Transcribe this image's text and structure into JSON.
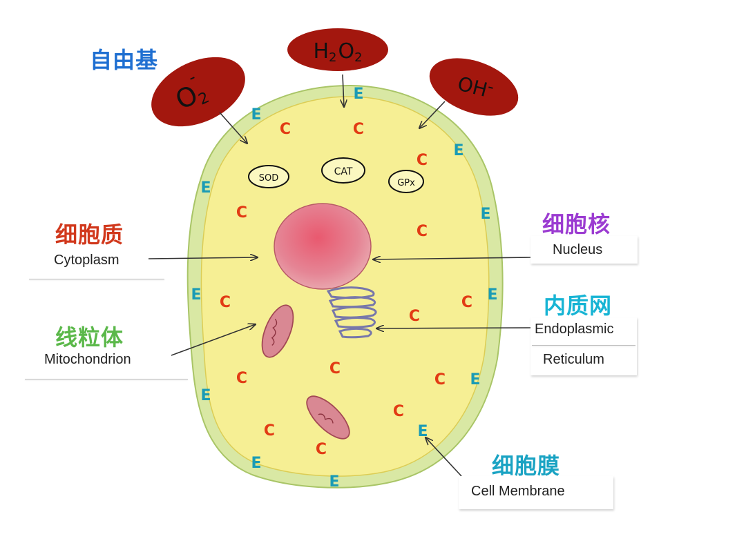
{
  "colors": {
    "free_radical": "#1f6fd1",
    "cytoplasm_label": "#d1381c",
    "mitochondrion_label": "#5bb84a",
    "nucleus_label": "#9b3bd1",
    "er_label": "#17b4d4",
    "membrane_label": "#1aa3c3",
    "e_letter": "#1a9bb5",
    "c_letter": "#e23b14",
    "radical_blob": "#a3170e",
    "cell_fill": "#f6ee8e",
    "membrane": "#c6df82",
    "nucleus": "#e0707f",
    "mitochondria": "#d4848e",
    "er": "#7b7bae"
  },
  "labels": {
    "free_radical": "自由基",
    "cytoplasm_cn": "细胞质",
    "cytoplasm_en": "Cytoplasm",
    "mitochondrion_cn": "线粒体",
    "mitochondrion_en": "Mitochondrion",
    "nucleus_cn": "细胞核",
    "nucleus_en": "Nucleus",
    "er_cn": "内质网",
    "er_en_1": "Endoplasmic",
    "er_en_2": "Reticulum",
    "membrane_cn": "细胞膜",
    "membrane_en": "Cell Membrane"
  },
  "radicals": {
    "o2": {
      "main": "O",
      "sub": "2",
      "sup": "-"
    },
    "h2o2": {
      "p1": "H",
      "s1": "2",
      "p2": "O",
      "s2": "2"
    },
    "oh": {
      "main": "OH",
      "sup": "-"
    }
  },
  "enzymes": [
    "SOD",
    "CAT",
    "GPx"
  ],
  "letters": {
    "e": "E",
    "c": "C"
  }
}
